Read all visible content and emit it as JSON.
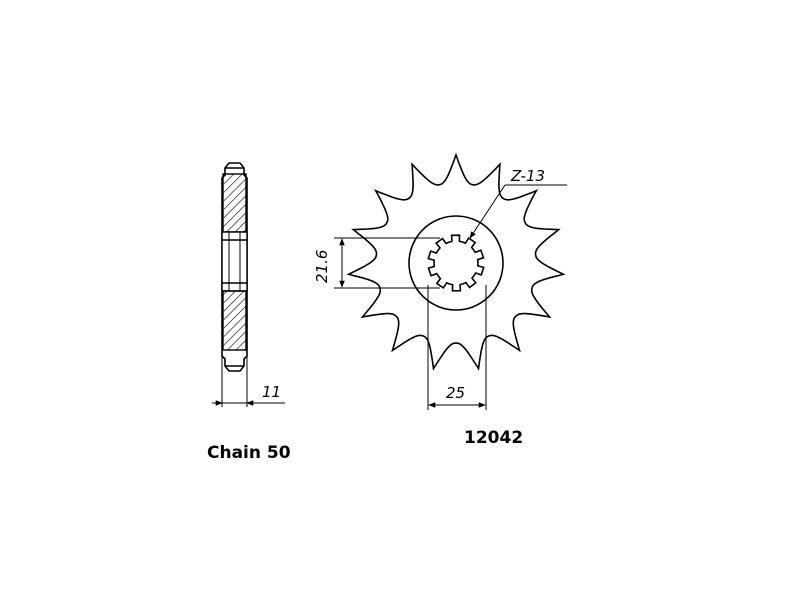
{
  "labels": {
    "chain": "Chain 50",
    "part_number": "12042",
    "thickness": "11",
    "hub_diameter": "21.6",
    "bore": "25",
    "teeth": "Z-13"
  },
  "sprocket": {
    "teeth_count": 15,
    "spline_count": 10
  },
  "colors": {
    "line": "#000000",
    "background": "#ffffff"
  }
}
